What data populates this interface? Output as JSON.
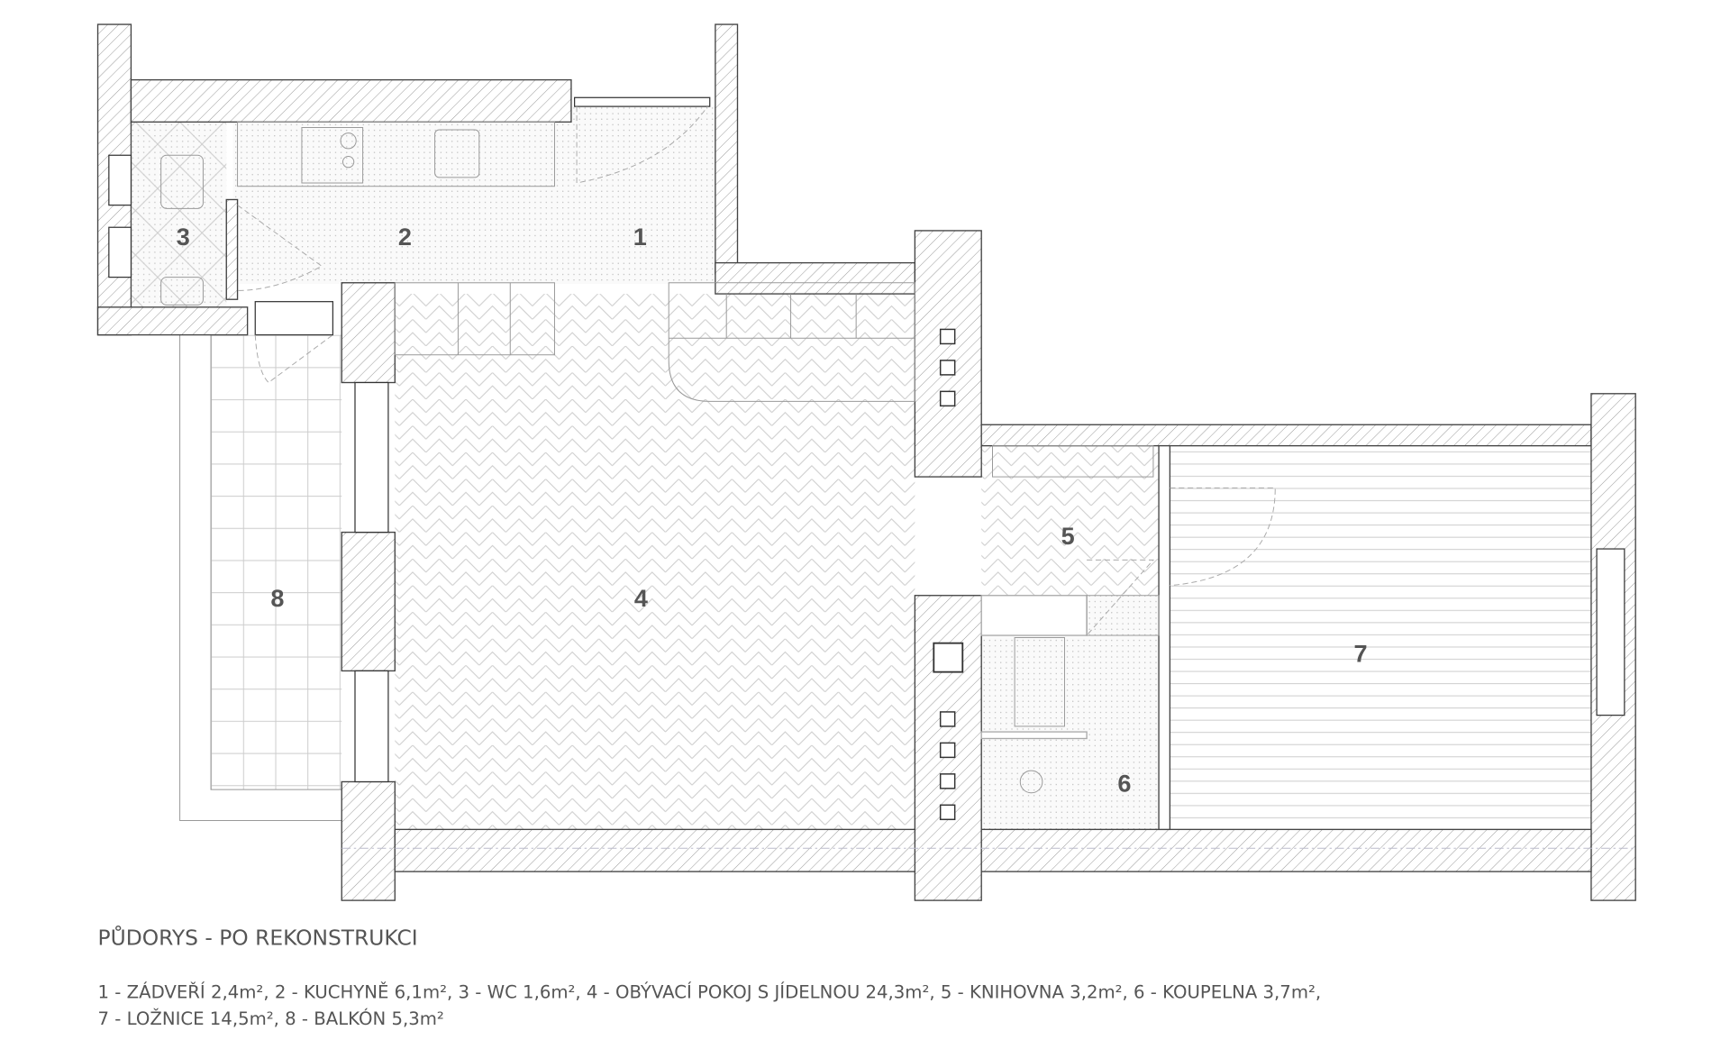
{
  "plan": {
    "title": "PŮDORYS - PO REKONSTRUKCI",
    "legend_lines": [
      "1 - ZÁDVEŘÍ 2,4m², 2 - KUCHYNĚ 6,1m², 3 - WC 1,6m², 4 - OBÝVACÍ POKOJ S JÍDELNOU 24,3m², 5 - KNIHOVNA 3,2m², 6 - KOUPELNA 3,7m²,",
      "7 - LOŽNICE 14,5m², 8 - BALKÓN 5,3m²"
    ],
    "rooms": [
      {
        "number": "1",
        "name": "ZÁDVEŘÍ",
        "area": "2,4"
      },
      {
        "number": "2",
        "name": "KUCHYNĚ",
        "area": "6,1"
      },
      {
        "number": "3",
        "name": "WC",
        "area": "1,6"
      },
      {
        "number": "4",
        "name": "OBÝVACÍ POKOJ S JÍDELNOU",
        "area": "24,3"
      },
      {
        "number": "5",
        "name": "KNIHOVNA",
        "area": "3,2"
      },
      {
        "number": "6",
        "name": "KOUPELNA",
        "area": "3,7"
      },
      {
        "number": "7",
        "name": "LOŽNICE",
        "area": "14,5"
      },
      {
        "number": "8",
        "name": "BALKÓN",
        "area": "5,3"
      }
    ]
  }
}
